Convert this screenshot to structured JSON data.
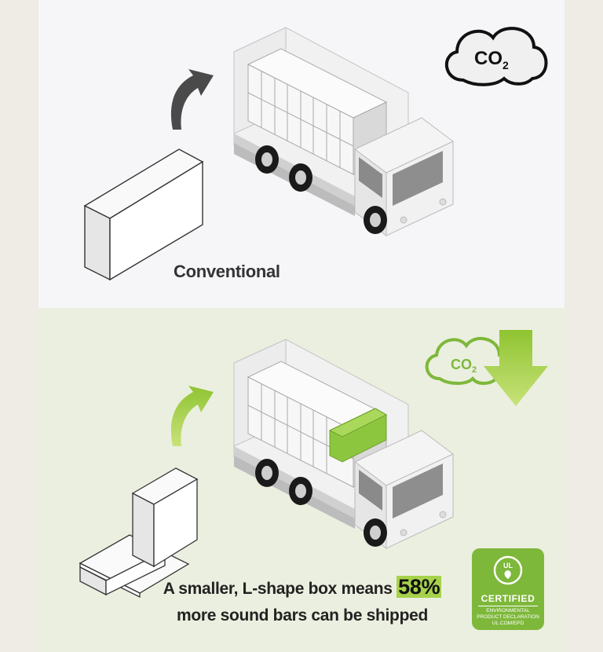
{
  "conventional": {
    "caption": "Conventional",
    "co2_label": "CO",
    "co2_sub": "2"
  },
  "lshape": {
    "caption_line1": "A smaller, L-shape box means",
    "percent": "58%",
    "caption_line2": "more sound bars can be shipped",
    "co2_label": "CO",
    "co2_sub": "2"
  },
  "badge": {
    "logo_text": "UL",
    "title": "CERTIFIED",
    "line1": "ENVIRONMENTAL",
    "line2": "PRODUCT DECLARATION",
    "line3": "UL.COM/EPD"
  },
  "colors": {
    "accent_green": "#7eb83a",
    "highlight_green": "#a6d24a",
    "arrow_dark": "#4a4a4a"
  }
}
